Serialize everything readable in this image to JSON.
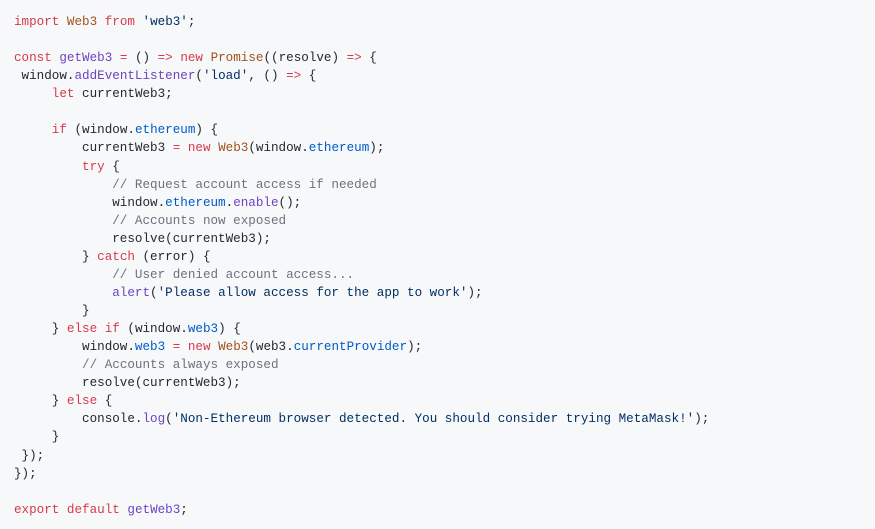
{
  "colors": {
    "background": "#f6f8fa",
    "keyword": "#d73a49",
    "function": "#6f42c1",
    "string": "#032f62",
    "constant": "#005cc5",
    "class": "#a3501a",
    "comment": "#6a737d",
    "text": "#24292e"
  },
  "code_lines": [
    [
      [
        "kw",
        "import"
      ],
      [
        "plain",
        " "
      ],
      [
        "cls",
        "Web3"
      ],
      [
        "plain",
        " "
      ],
      [
        "kw",
        "from"
      ],
      [
        "plain",
        " "
      ],
      [
        "str",
        "'web3'"
      ],
      [
        "plain",
        ";"
      ]
    ],
    [],
    [
      [
        "kw",
        "const"
      ],
      [
        "plain",
        " "
      ],
      [
        "fn",
        "getWeb3"
      ],
      [
        "plain",
        " "
      ],
      [
        "kw",
        "="
      ],
      [
        "plain",
        " () "
      ],
      [
        "kw",
        "=>"
      ],
      [
        "plain",
        " "
      ],
      [
        "kw",
        "new"
      ],
      [
        "plain",
        " "
      ],
      [
        "cls",
        "Promise"
      ],
      [
        "plain",
        "((resolve) "
      ],
      [
        "kw",
        "=>"
      ],
      [
        "plain",
        " {"
      ]
    ],
    [
      [
        "plain",
        " window."
      ],
      [
        "fn",
        "addEventListener"
      ],
      [
        "plain",
        "("
      ],
      [
        "str",
        "'load'"
      ],
      [
        "plain",
        ", () "
      ],
      [
        "kw",
        "=>"
      ],
      [
        "plain",
        " {"
      ]
    ],
    [
      [
        "plain",
        "     "
      ],
      [
        "kw",
        "let"
      ],
      [
        "plain",
        " currentWeb3;"
      ]
    ],
    [],
    [
      [
        "plain",
        "     "
      ],
      [
        "kw",
        "if"
      ],
      [
        "plain",
        " (window."
      ],
      [
        "const",
        "ethereum"
      ],
      [
        "plain",
        ") {"
      ]
    ],
    [
      [
        "plain",
        "         currentWeb3 "
      ],
      [
        "kw",
        "="
      ],
      [
        "plain",
        " "
      ],
      [
        "kw",
        "new"
      ],
      [
        "plain",
        " "
      ],
      [
        "cls",
        "Web3"
      ],
      [
        "plain",
        "(window."
      ],
      [
        "const",
        "ethereum"
      ],
      [
        "plain",
        ");"
      ]
    ],
    [
      [
        "plain",
        "         "
      ],
      [
        "kw",
        "try"
      ],
      [
        "plain",
        " {"
      ]
    ],
    [
      [
        "plain",
        "             "
      ],
      [
        "com",
        "// Request account access if needed"
      ]
    ],
    [
      [
        "plain",
        "             window."
      ],
      [
        "const",
        "ethereum"
      ],
      [
        "plain",
        "."
      ],
      [
        "fn",
        "enable"
      ],
      [
        "plain",
        "();"
      ]
    ],
    [
      [
        "plain",
        "             "
      ],
      [
        "com",
        "// Accounts now exposed"
      ]
    ],
    [
      [
        "plain",
        "             resolve(currentWeb3);"
      ]
    ],
    [
      [
        "plain",
        "         } "
      ],
      [
        "kw",
        "catch"
      ],
      [
        "plain",
        " (error) {"
      ]
    ],
    [
      [
        "plain",
        "             "
      ],
      [
        "com",
        "// User denied account access..."
      ]
    ],
    [
      [
        "plain",
        "             "
      ],
      [
        "fn",
        "alert"
      ],
      [
        "plain",
        "("
      ],
      [
        "str",
        "'Please allow access for the app to work'"
      ],
      [
        "plain",
        ");"
      ]
    ],
    [
      [
        "plain",
        "         }"
      ]
    ],
    [
      [
        "plain",
        "     } "
      ],
      [
        "kw",
        "else"
      ],
      [
        "plain",
        " "
      ],
      [
        "kw",
        "if"
      ],
      [
        "plain",
        " (window."
      ],
      [
        "const",
        "web3"
      ],
      [
        "plain",
        ") {"
      ]
    ],
    [
      [
        "plain",
        "         window."
      ],
      [
        "const",
        "web3"
      ],
      [
        "plain",
        " "
      ],
      [
        "kw",
        "="
      ],
      [
        "plain",
        " "
      ],
      [
        "kw",
        "new"
      ],
      [
        "plain",
        " "
      ],
      [
        "cls",
        "Web3"
      ],
      [
        "plain",
        "(web3."
      ],
      [
        "const",
        "currentProvider"
      ],
      [
        "plain",
        ");"
      ]
    ],
    [
      [
        "plain",
        "         "
      ],
      [
        "com",
        "// Accounts always exposed"
      ]
    ],
    [
      [
        "plain",
        "         resolve(currentWeb3);"
      ]
    ],
    [
      [
        "plain",
        "     } "
      ],
      [
        "kw",
        "else"
      ],
      [
        "plain",
        " {"
      ]
    ],
    [
      [
        "plain",
        "         console."
      ],
      [
        "fn",
        "log"
      ],
      [
        "plain",
        "("
      ],
      [
        "str",
        "'Non-Ethereum browser detected. You should consider trying MetaMask!'"
      ],
      [
        "plain",
        ");"
      ]
    ],
    [
      [
        "plain",
        "     }"
      ]
    ],
    [
      [
        "plain",
        " });"
      ]
    ],
    [
      [
        "plain",
        "});"
      ]
    ],
    [],
    [
      [
        "kw",
        "export"
      ],
      [
        "plain",
        " "
      ],
      [
        "kw",
        "default"
      ],
      [
        "plain",
        " "
      ],
      [
        "fn",
        "getWeb3"
      ],
      [
        "plain",
        ";"
      ]
    ]
  ]
}
